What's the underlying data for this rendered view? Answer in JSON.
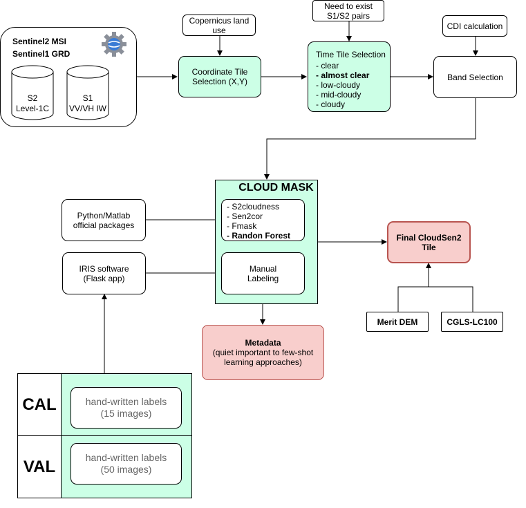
{
  "sources": {
    "title_line1": "Sentinel2 MSI",
    "title_line2": "Sentinel1 GRD",
    "s2_cylinder": "S2\nLevel-1C",
    "s1_cylinder": "S1\nVV/VH IW"
  },
  "copernicus": "Copernicus land\nuse",
  "coordinate_tile": "Coordinate Tile\nSelection (X,Y)",
  "need_pairs": "Need to exist\nS1/S2  pairs",
  "time_tile": {
    "title": "Time Tile Selection",
    "items": [
      "- clear",
      "- almost clear",
      "- low-cloudy",
      "- mid-cloudy",
      "- cloudy"
    ]
  },
  "cdi": "CDI calculation",
  "band_selection": "Band Selection",
  "cloud_mask": {
    "title": "CLOUD MASK",
    "methods": [
      "- S2cloudness",
      "- Sen2cor",
      "- Fmask",
      "- Randon Forest"
    ],
    "manual": "Manual\nLabeling"
  },
  "python_matlab": "Python/Matlab\nofficial packages",
  "iris": "IRIS software\n(Flask app)",
  "final_tile": "Final CloudSen2\nTile",
  "merit_dem": "Merit DEM",
  "cgls": "CGLS-LC100",
  "metadata": {
    "title": "Metadata",
    "note": "(quiet important to few-shot\nlearning approaches)"
  },
  "table": {
    "cal_label": "CAL",
    "val_label": "VAL",
    "cal_text": "hand-written labels\n(15 images)",
    "val_text": "hand-written labels\n(50 images)"
  },
  "colors": {
    "green_fill": "#ccffe6",
    "red_fill": "#f8cecc",
    "gray_text": "#666666",
    "logo_blue": "#3a7bd5",
    "logo_gray": "#8a8f99"
  },
  "icons": [
    "gear-globe-icon"
  ]
}
